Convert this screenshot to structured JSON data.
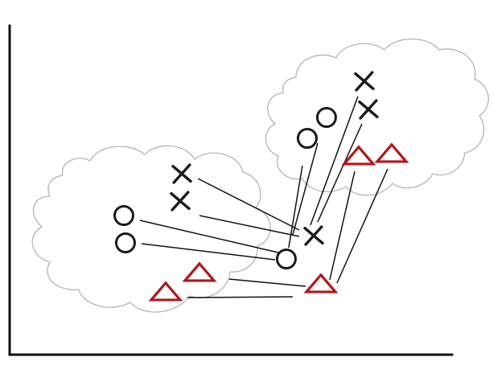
{
  "diagram": {
    "axes": {
      "x_axis": true,
      "y_axis": true,
      "color": "#111111"
    },
    "cloud_outline_color": "#b4b4b4",
    "marker_colors": {
      "circle": "#1a1a1a",
      "cross": "#1a1a1a",
      "triangle": "#b0181c"
    },
    "clusters": [
      {
        "name": "left-cloud",
        "markers": [
          {
            "id": "lc1",
            "shape": "circle"
          },
          {
            "id": "lc2",
            "shape": "circle"
          },
          {
            "id": "lx1",
            "shape": "cross"
          },
          {
            "id": "lx2",
            "shape": "cross"
          },
          {
            "id": "lt1",
            "shape": "triangle"
          },
          {
            "id": "lt2",
            "shape": "triangle"
          }
        ]
      },
      {
        "name": "right-cloud",
        "markers": [
          {
            "id": "rc1",
            "shape": "circle"
          },
          {
            "id": "rc2",
            "shape": "circle"
          },
          {
            "id": "rx1",
            "shape": "cross"
          },
          {
            "id": "rx2",
            "shape": "cross"
          },
          {
            "id": "rt1",
            "shape": "triangle"
          },
          {
            "id": "rt2",
            "shape": "triangle"
          }
        ]
      },
      {
        "name": "target-cluster",
        "markers": [
          {
            "id": "tc",
            "shape": "circle"
          },
          {
            "id": "tx",
            "shape": "cross"
          },
          {
            "id": "tt",
            "shape": "triangle"
          }
        ]
      }
    ],
    "links": [
      {
        "from": "lx1",
        "to": "tx"
      },
      {
        "from": "lx2",
        "to": "tx"
      },
      {
        "from": "lc1",
        "to": "tc"
      },
      {
        "from": "lc2",
        "to": "tc"
      },
      {
        "from": "lt2",
        "to": "tt"
      },
      {
        "from": "lt1",
        "to": "tt"
      },
      {
        "from": "rc1",
        "to": "tc"
      },
      {
        "from": "rc2",
        "to": "tc"
      },
      {
        "from": "rx1",
        "to": "tx"
      },
      {
        "from": "rx2",
        "to": "tx"
      },
      {
        "from": "rt1",
        "to": "tt"
      },
      {
        "from": "rt2",
        "to": "tt"
      }
    ]
  }
}
